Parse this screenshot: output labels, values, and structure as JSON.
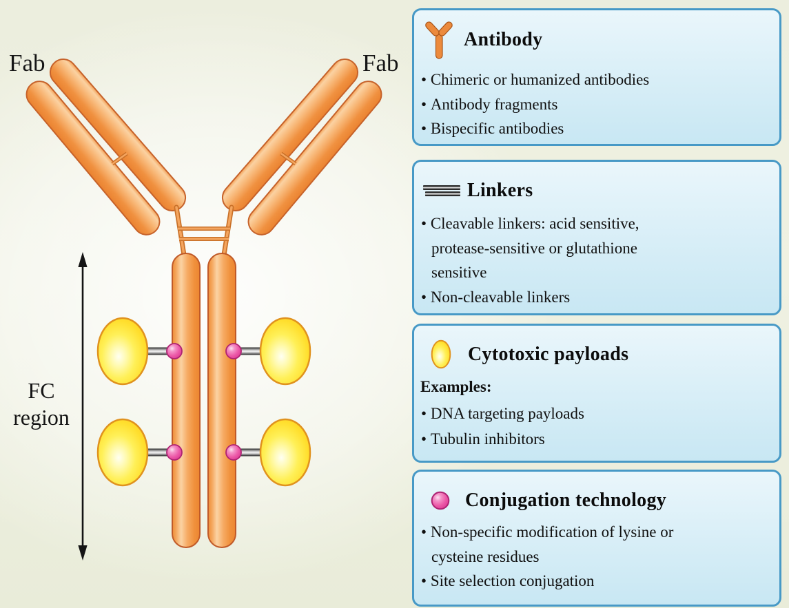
{
  "colors": {
    "background": "#EEF0E0",
    "antibody_orange": "#F29A4A",
    "antibody_outline": "#C6622A",
    "payload_yellow": "#FFD92B",
    "payload_outline": "#E0921E",
    "conjugation_pink": "#E8469F",
    "conjugation_outline": "#AE2373",
    "linker_gray": "#9A9A9A",
    "card_border": "#4799C6",
    "card_bg_top": "#EAF6FB",
    "card_bg_bottom": "#C8E7F3",
    "text": "#111111"
  },
  "figure": {
    "fab_label_left": "Fab",
    "fab_label_right": "Fab",
    "fc_region_label": [
      "FC",
      "region"
    ]
  },
  "legend": {
    "antibody": {
      "icon": "antibody-y-icon",
      "title": "Antibody",
      "items": [
        "Chimeric or humanized antibodies",
        "Antibody fragments",
        "Bispecific antibodies"
      ]
    },
    "linkers": {
      "icon": "linker-double-bar-icon",
      "title": "Linkers",
      "items": [
        {
          "lines": [
            "Cleavable linkers: acid sensitive,",
            "protease-sensitive or glutathione",
            "sensitive"
          ]
        },
        {
          "lines": [
            "Non-cleavable linkers"
          ]
        }
      ]
    },
    "payloads": {
      "icon": "cytotoxic-payload-icon",
      "title": "Cytotoxic payloads",
      "examples_label": "Examples:",
      "items": [
        "DNA targeting payloads",
        "Tubulin inhibitors"
      ]
    },
    "conjugation": {
      "icon": "conjugation-dot-icon",
      "title": "Conjugation technology",
      "items": [
        {
          "lines": [
            "Non-specific modification of lysine or",
            "cysteine residues"
          ]
        },
        {
          "lines": [
            "Site selection conjugation"
          ]
        }
      ]
    }
  }
}
